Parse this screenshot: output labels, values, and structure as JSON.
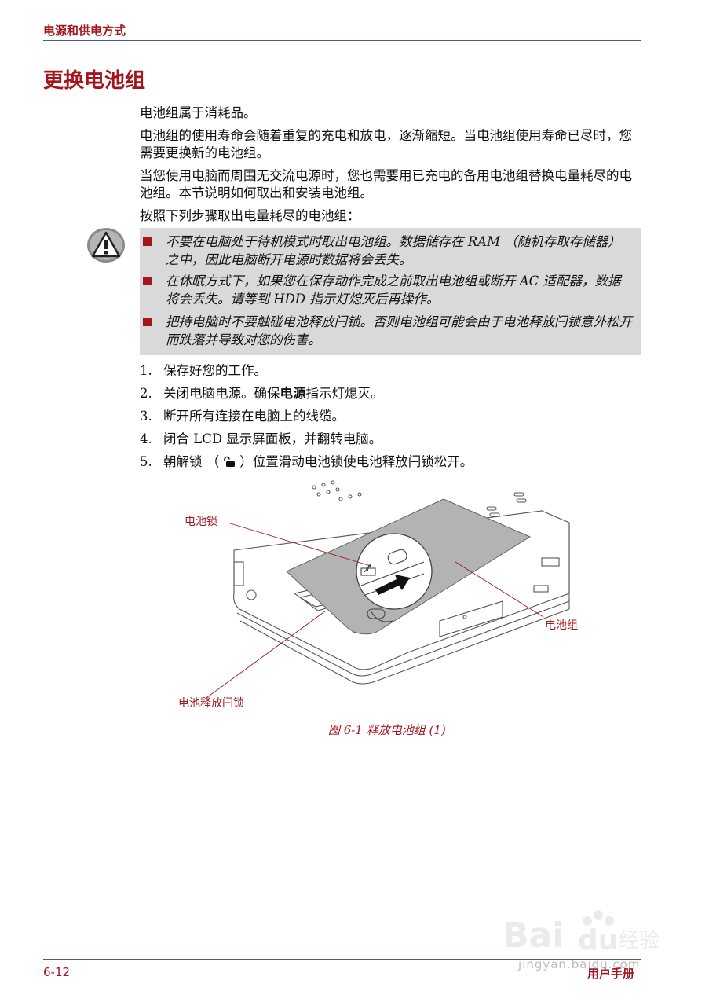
{
  "header": {
    "section": "电源和供电方式"
  },
  "title": "更换电池组",
  "paragraphs": [
    "电池组属于消耗品。",
    "电池组的使用寿命会随着重复的充电和放电，逐渐缩短。当电池组使用寿命已尽时，您需要更换新的电池组。",
    "当您使用电脑而周围无交流电源时，您也需要用已充电的备用电池组替换电量耗尽的电池组。本节说明如何取出和安装电池组。",
    "按照下列步骤取出电量耗尽的电池组："
  ],
  "warnings": [
    "不要在电脑处于待机模式时取出电池组。数据储存在 RAM （随机存取存储器）之中，因此电脑断开电源时数据将会丢失。",
    "在休眠方式下，如果您在保存动作完成之前取出电池组或断开 AC 适配器，数据将会丢失。请等到 HDD 指示灯熄灭后再操作。",
    "把持电脑时不要触碰电池释放闩锁。否则电池组可能会由于电池释放闩锁意外松开而跌落并导致对您的伤害。"
  ],
  "steps": [
    {
      "num": "1.",
      "text": "保存好您的工作。"
    },
    {
      "num": "2.",
      "pre": "关闭电脑电源。确保",
      "bold": "电源",
      "post": "指示灯熄灭。"
    },
    {
      "num": "3.",
      "text": "断开所有连接在电脑上的线缆。"
    },
    {
      "num": "4.",
      "text": "闭合 LCD 显示屏面板，并翻转电脑。"
    },
    {
      "num": "5.",
      "pre": "朝解锁 （",
      "post": "）位置滑动电池锁使电池释放闩锁松开。"
    }
  ],
  "figure": {
    "labels": {
      "lock": "电池锁",
      "pack": "电池组",
      "latch": "电池释放闩锁"
    },
    "caption": "图 6-1 释放电池组 (1)"
  },
  "footer": {
    "page": "6-12",
    "manual": "用户手册"
  },
  "watermark": {
    "logo": "Bai du 经验",
    "url": "jingyan.baidu.com"
  },
  "colors": {
    "accent": "#a3161d",
    "rule": "#4a5a8a",
    "warning_bg": "#d9d9d9"
  }
}
